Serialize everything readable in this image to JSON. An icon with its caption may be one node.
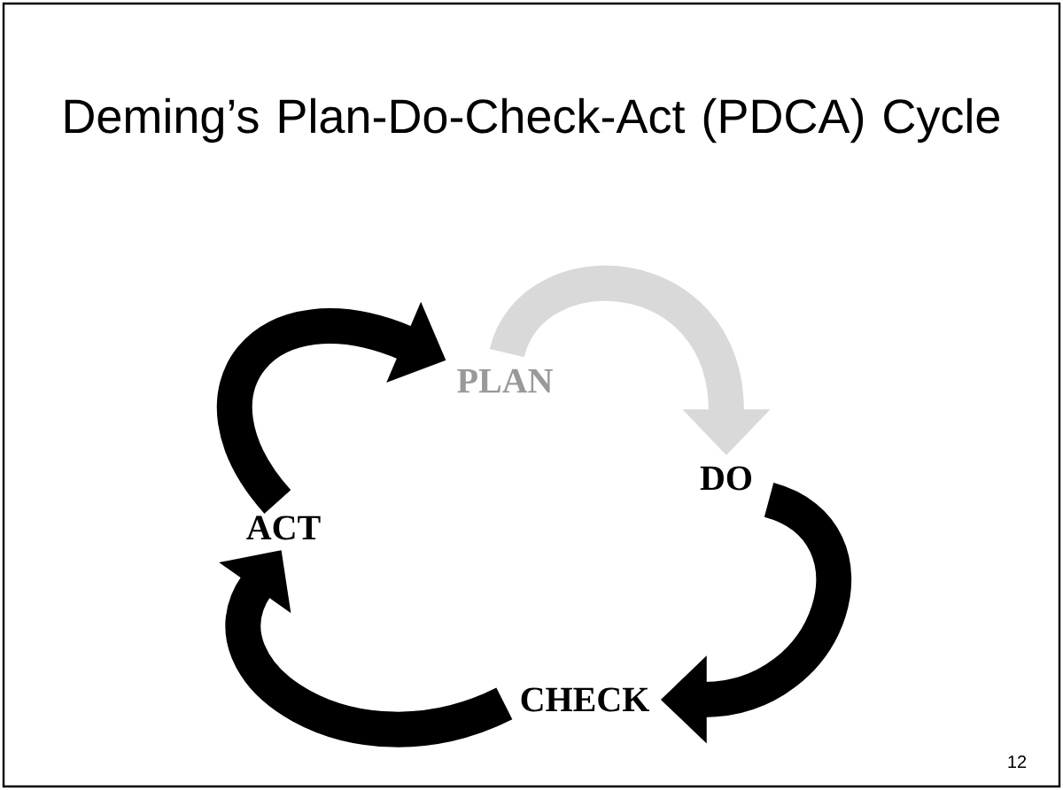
{
  "diagram": {
    "title": "Deming’s Plan-Do-Check-Act (PDCA) Cycle",
    "nodes": [
      {
        "text": [
          "PLAN"
        ]
      },
      {
        "text": [
          "DO"
        ]
      },
      {
        "text": [
          "CHECK"
        ]
      },
      {
        "text": [
          "ACT"
        ]
      }
    ],
    "edges": [
      {
        "from": 0,
        "to": 1,
        "arrow": "to",
        "color": "#d9d9d9"
      },
      {
        "from": 1,
        "to": 2,
        "arrow": "to"
      },
      {
        "from": 2,
        "to": 3,
        "arrow": "to"
      },
      {
        "from": 3,
        "to": 0,
        "arrow": "to"
      }
    ],
    "labels": [
      "12"
    ]
  }
}
